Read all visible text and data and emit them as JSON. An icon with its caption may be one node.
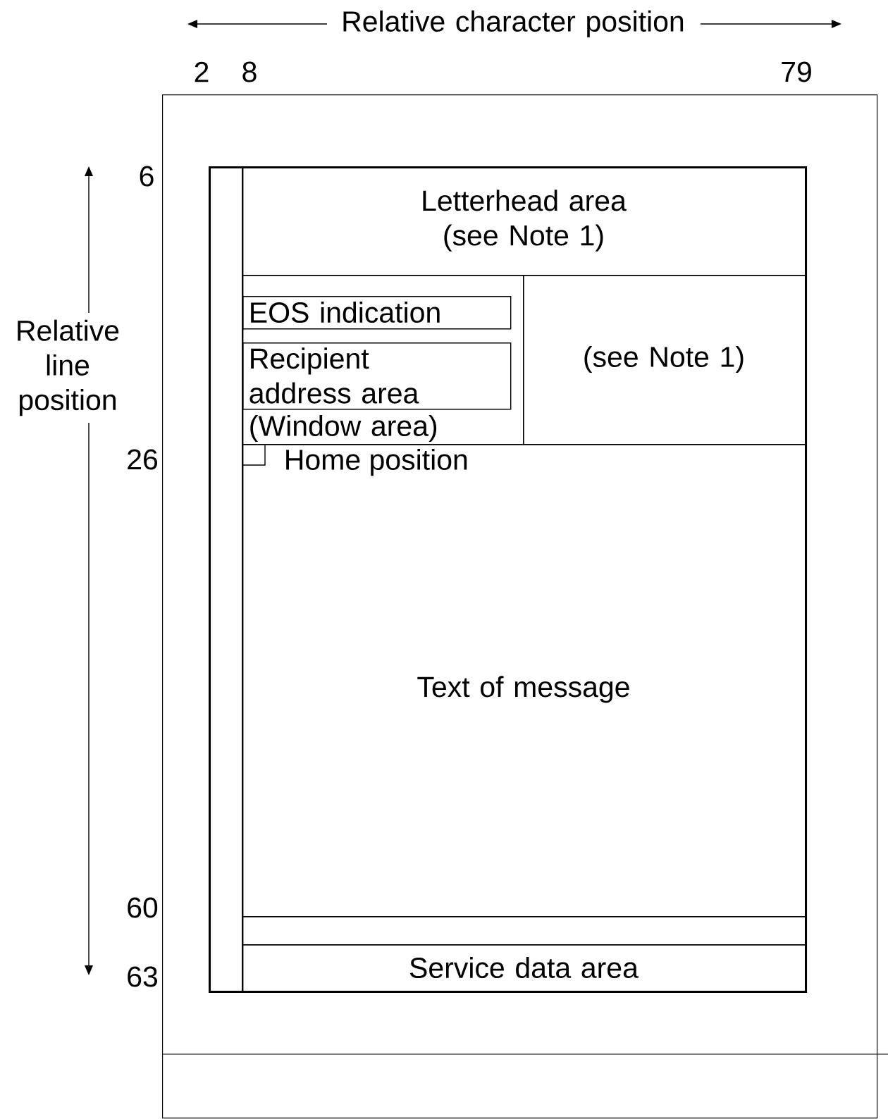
{
  "diagram": {
    "nodes": [
      {
        "text": [],
        "shape": "box"
      },
      {
        "text": [],
        "shape": "box",
        "in": 0
      },
      {
        "text": [
          "Letterhead area (see Note 1)"
        ],
        "in": 1
      },
      {
        "text": [
          "(Window area)"
        ],
        "in": 1
      },
      {
        "text": [
          "EOS indication"
        ],
        "in": 3
      },
      {
        "text": [
          "Recipient address area"
        ],
        "in": 3
      },
      {
        "text": [
          "(see Note 1)"
        ],
        "in": 1
      },
      {
        "text": [
          "Text of message"
        ],
        "in": 1
      },
      {
        "text": [],
        "shape": "box",
        "in": 1
      },
      {
        "text": [
          "Service data area"
        ],
        "in": 1
      }
    ],
    "labels": [
      "Relative character position",
      "2",
      "8",
      "79",
      "Relative line position",
      "6",
      "26",
      "60",
      "63",
      "Home position"
    ]
  }
}
